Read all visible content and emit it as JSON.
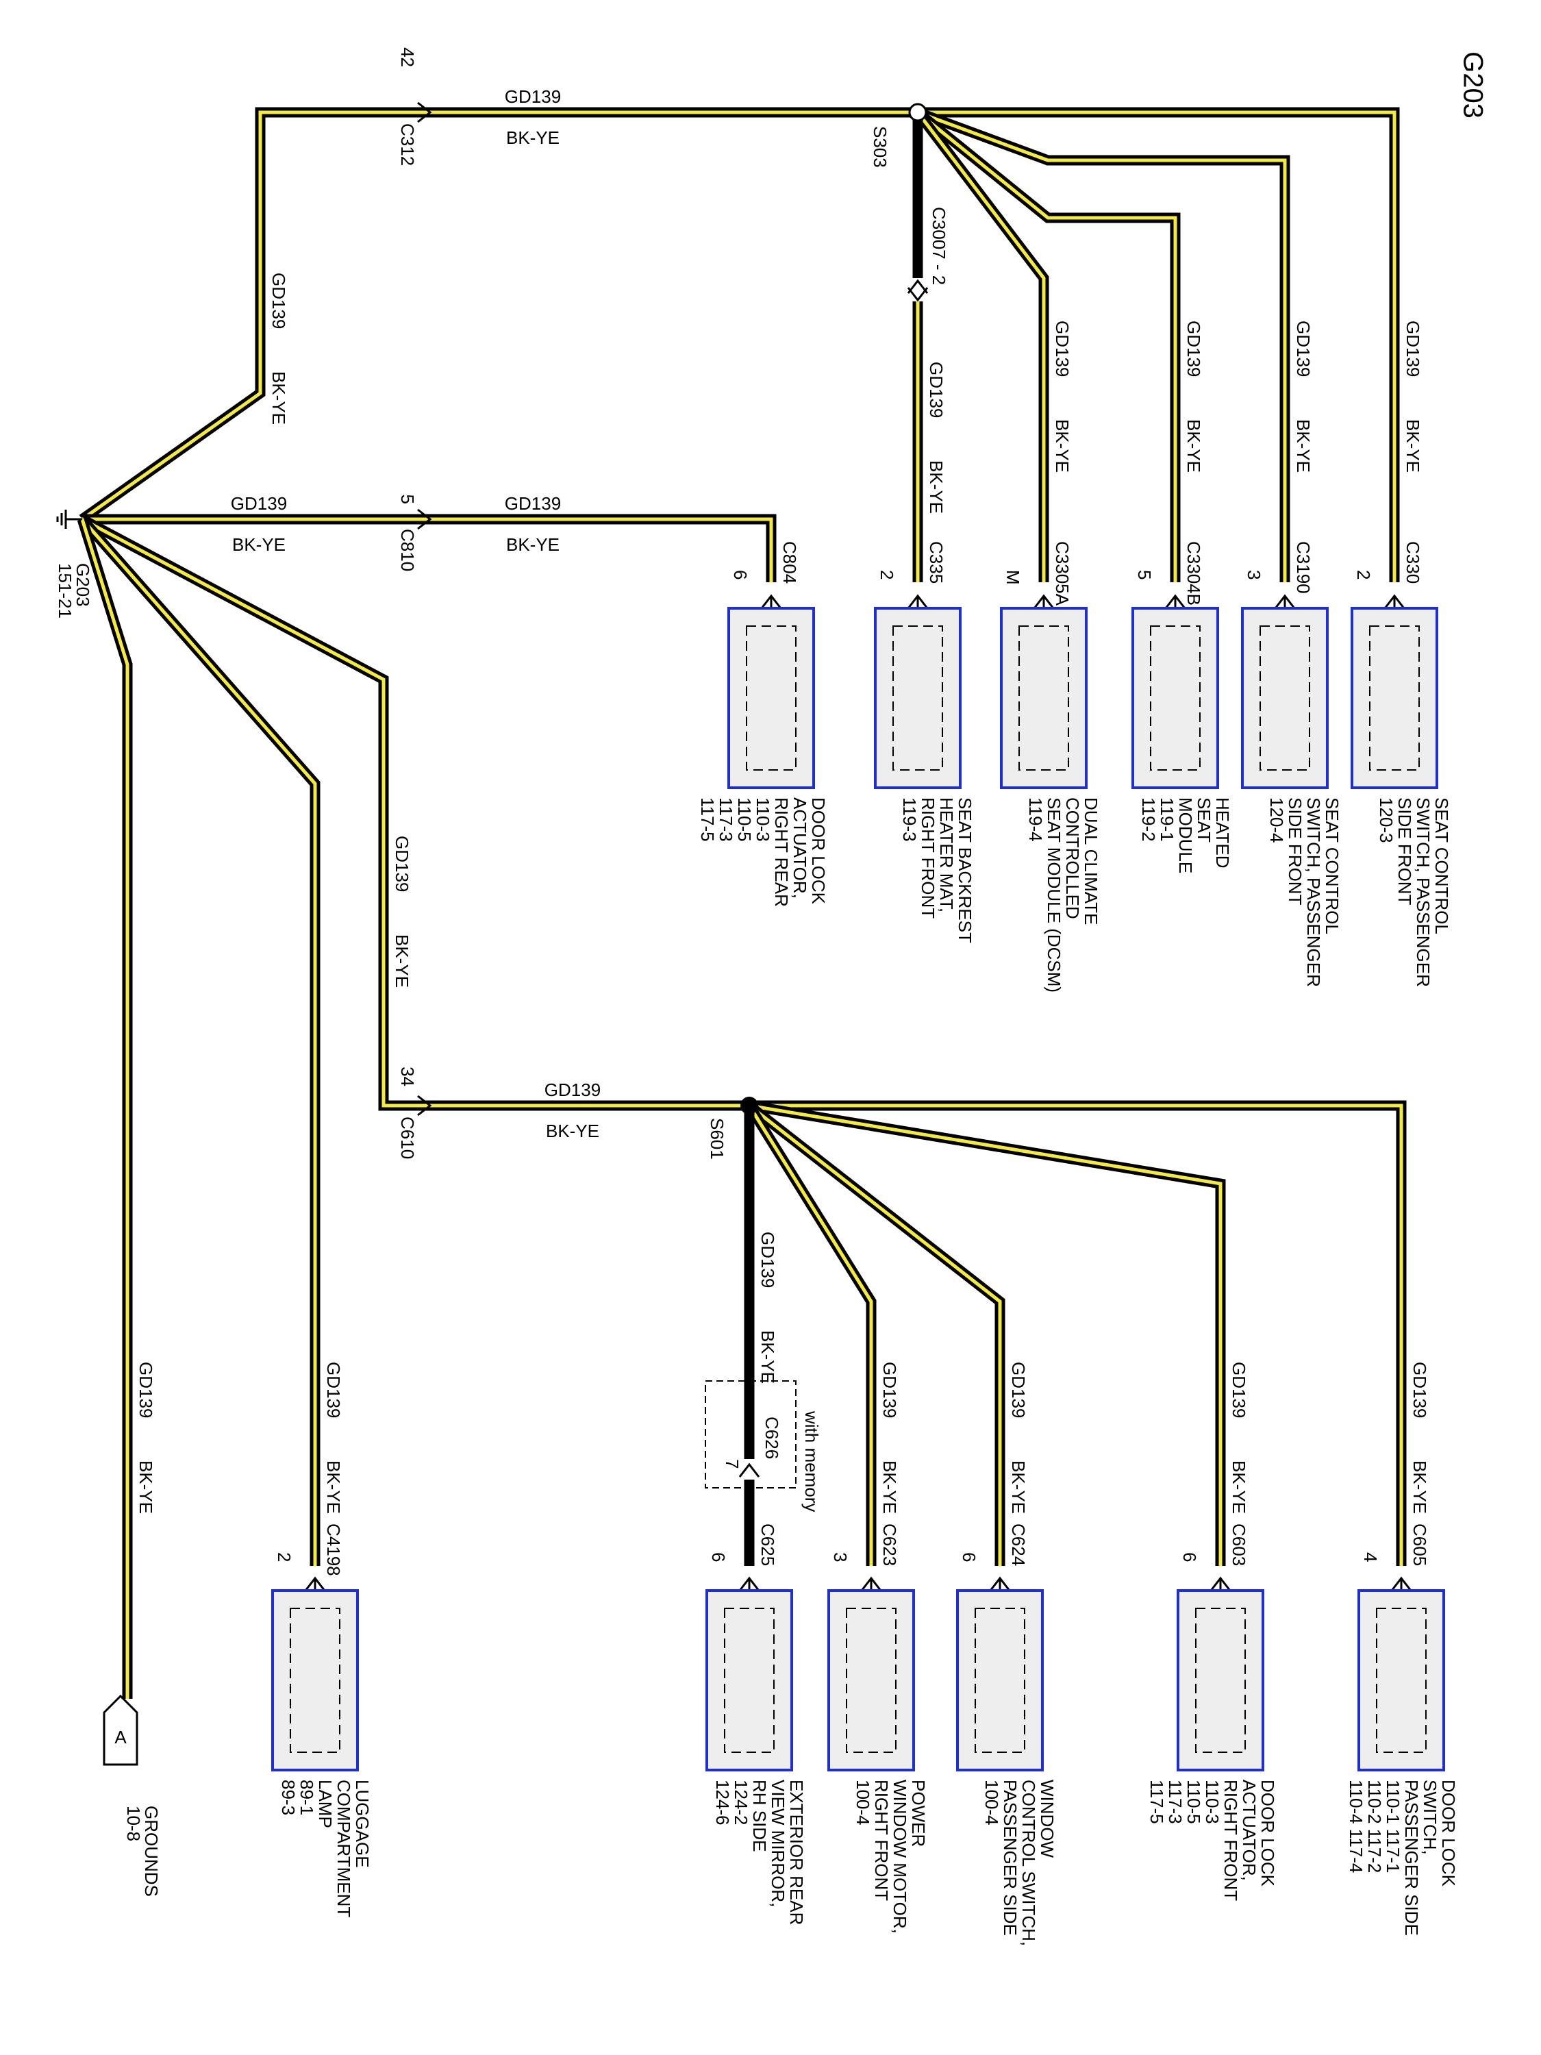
{
  "page_id": "G203",
  "ground": {
    "id": "G203",
    "ref": "151-21"
  },
  "wire": {
    "circuit": "GD139",
    "color": "BK-YE"
  },
  "colors": {
    "wire_outer": "#000000",
    "wire_inner": "#f5ec3a",
    "component_border": "#1f2fd6",
    "component_fill": "#eeeeee"
  },
  "splices": {
    "top": "S303",
    "bottom": "S601"
  },
  "inline_connectors": {
    "c312": {
      "name": "C312",
      "pin": "42"
    },
    "c810": {
      "name": "C810",
      "pin": "5"
    },
    "c610": {
      "name": "C610",
      "pin": "34"
    },
    "c3007": {
      "name": "C3007",
      "pin": "2",
      "text": "C3007 - 2"
    },
    "c626": {
      "name": "C626",
      "pin": "7",
      "note": "with memory"
    }
  },
  "components": [
    {
      "key": "c330",
      "connector": "C330",
      "pin": "2",
      "lines": [
        "SEAT CONTROL",
        "SWITCH, PASSENGER",
        "SIDE FRONT",
        "120-3"
      ]
    },
    {
      "key": "c3190",
      "connector": "C3190",
      "pin": "3",
      "lines": [
        "SEAT CONTROL",
        "SWITCH, PASSENGER",
        "SIDE FRONT",
        "120-4"
      ]
    },
    {
      "key": "c3304b",
      "connector": "C3304B",
      "pin": "5",
      "lines": [
        "HEATED",
        "SEAT",
        "MODULE",
        "119-1",
        "119-2"
      ]
    },
    {
      "key": "c3305a",
      "connector": "C3305A",
      "pin": "M",
      "lines": [
        "DUAL CLIMATE",
        "CONTROLLED",
        "SEAT MODULE (DCSM)",
        "119-4"
      ]
    },
    {
      "key": "c335",
      "connector": "C335",
      "pin": "2",
      "lines": [
        "SEAT BACKREST",
        "HEATER MAT,",
        "RIGHT FRONT",
        "119-3"
      ]
    },
    {
      "key": "c804",
      "connector": "C804",
      "pin": "6",
      "lines": [
        "DOOR LOCK",
        "ACTUATOR,",
        "RIGHT REAR",
        "110-3",
        "110-5",
        "117-3",
        "117-5"
      ]
    },
    {
      "key": "c605",
      "connector": "C605",
      "pin": "4",
      "lines": [
        "DOOR LOCK",
        "SWITCH,",
        "PASSENGER SIDE",
        "110-1      117-1",
        "110-2      117-2",
        "110-4      117-4"
      ]
    },
    {
      "key": "c603",
      "connector": "C603",
      "pin": "6",
      "lines": [
        "DOOR LOCK",
        "ACTUATOR,",
        "RIGHT FRONT",
        "110-3",
        "110-5",
        "117-3",
        "117-5"
      ]
    },
    {
      "key": "c624",
      "connector": "C624",
      "pin": "6",
      "lines": [
        "WINDOW",
        "CONTROL SWITCH,",
        "PASSENGER SIDE",
        "100-4"
      ]
    },
    {
      "key": "c623",
      "connector": "C623",
      "pin": "3",
      "lines": [
        "POWER",
        "WINDOW MOTOR,",
        "RIGHT FRONT",
        "100-4"
      ]
    },
    {
      "key": "c625",
      "connector": "C625",
      "pin": "6",
      "lines": [
        "EXTERIOR REAR",
        "VIEW MIRROR,",
        "RH SIDE",
        "124-2",
        "124-6"
      ]
    },
    {
      "key": "c4198",
      "connector": "C4198",
      "pin": "2",
      "lines": [
        "LUGGAGE",
        "COMPARTMENT",
        "LAMP",
        "89-1",
        "89-3"
      ]
    }
  ],
  "grounds_ref": {
    "letter": "A",
    "lines": [
      "GROUNDS",
      "10-8"
    ]
  }
}
